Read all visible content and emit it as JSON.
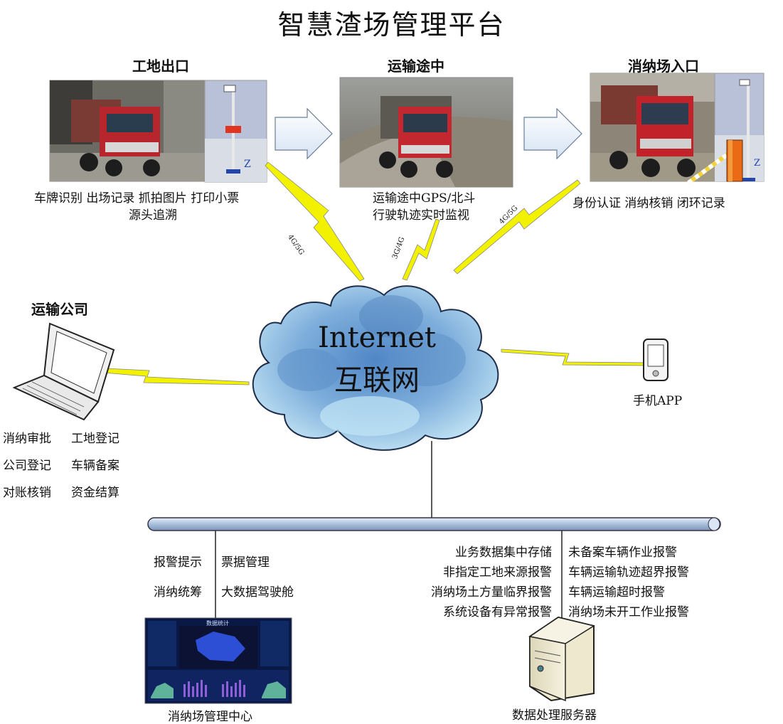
{
  "title": "智慧渣场管理平台",
  "stages": {
    "site_exit": {
      "name": "工地出口",
      "features_line1": "车牌识别  出场记录  抓拍图片  打印小票",
      "features_line2": "源头追溯"
    },
    "in_transit": {
      "name": "运输途中",
      "features_line1": "运输途中GPS/北斗",
      "features_line2": "行驶轨迹实时监视"
    },
    "yard_entrance": {
      "name": "消纳场入口",
      "features_line1": "身份认证  消纳核销  闭环记录"
    }
  },
  "links": {
    "left": "4G/5G",
    "middle": "3G/4G",
    "right": "4G/5G"
  },
  "cloud": {
    "line1": "Internet",
    "line2": "互联网"
  },
  "transport_company": {
    "name": "运输公司",
    "functions": [
      [
        "消纳审批",
        "工地登记"
      ],
      [
        "公司登记",
        "车辆备案"
      ],
      [
        "对账核销",
        "资金结算"
      ]
    ]
  },
  "mobile": {
    "label": "手机APP"
  },
  "management_center": {
    "label": "消纳场管理中心",
    "functions": [
      [
        "报警提示",
        "票据管理"
      ],
      [
        "消纳统筹",
        "大数据驾驶舱"
      ]
    ],
    "screen_title": "数据统计"
  },
  "server": {
    "label": "数据处理服务器",
    "left_functions": [
      "业务数据集中存储",
      "非指定工地来源报警",
      "消纳场土方量临界报警",
      "系统设备有异常报警"
    ],
    "right_functions": [
      "未备案车辆作业报警",
      "车辆运输轨迹超界报警",
      "车辆运输超时报警",
      "消纳场未开工作业报警"
    ]
  },
  "colors": {
    "lightning": "#f2f200",
    "bus": "#b9cce6",
    "cloud": "#8fb6dd",
    "truck": "#c2222a"
  }
}
